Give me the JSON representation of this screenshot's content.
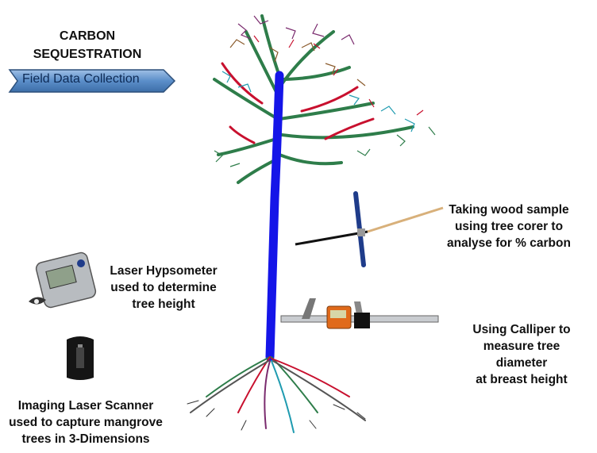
{
  "title": {
    "line1": "CARBON",
    "line2": "SEQUESTRATION"
  },
  "banner": {
    "label": "Field Data Collection"
  },
  "tools": {
    "corer": {
      "l1": "Taking wood sample",
      "l2": "using tree corer to",
      "l3": "analyse for % carbon"
    },
    "hypsometer": {
      "l1": "Laser Hypsometer",
      "l2": "used to determine",
      "l3": "tree height"
    },
    "calliper": {
      "l1": "Using Calliper to",
      "l2": "measure tree diameter",
      "l3": "at breast height"
    },
    "scanner": {
      "l1": "Imaging Laser Scanner",
      "l2": "used to capture mangrove",
      "l3": "trees in 3-Dimensions"
    }
  },
  "colors": {
    "trunk": "#1515e8",
    "branch": "#2e7d4a",
    "branch_red": "#c8102e",
    "banner_fill": "#5b8ec9",
    "banner_text": "#0d2a55"
  }
}
